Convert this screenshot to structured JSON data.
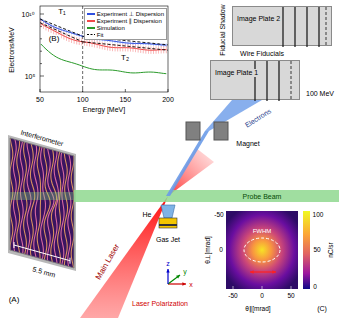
{
  "diagram": {
    "nodes": [
      {
        "text": [
          "Image Plate 2"
        ]
      },
      {
        "text": [
          "Image Plate 1"
        ]
      }
    ],
    "labels": [
      "(B)",
      "T₁",
      "T₂",
      "Electrons/MeV",
      "10¹⁰",
      "10⁵",
      "50",
      "100",
      "150",
      "200",
      "Energy [MeV]",
      "Fiducial Shadow",
      "Wire Fiducials",
      "100 MeV",
      "Magnet",
      "Electrons",
      "He",
      "Gas Jet",
      "Probe Beam",
      "Interferometer",
      "5.5 mm",
      "(A)",
      "Main Laser",
      "x",
      "y",
      "z",
      "Laser Polarization",
      "θ⊥[mrad]",
      "-50",
      "0",
      "-50",
      "0",
      "50",
      "θ∥[mrad]",
      "100",
      "50",
      "0",
      "nC/sr",
      "FWHM",
      "(C)"
    ],
    "legend": [
      {
        "text": "Experiment ⊥ Dispersion",
        "color": "#3050e0"
      },
      {
        "text": "Experiment ∥ Dispersion",
        "color": "#f04a4a"
      },
      {
        "text": "Simulation",
        "color": "#2a9a2a"
      },
      {
        "text": "Fit"
      }
    ]
  }
}
